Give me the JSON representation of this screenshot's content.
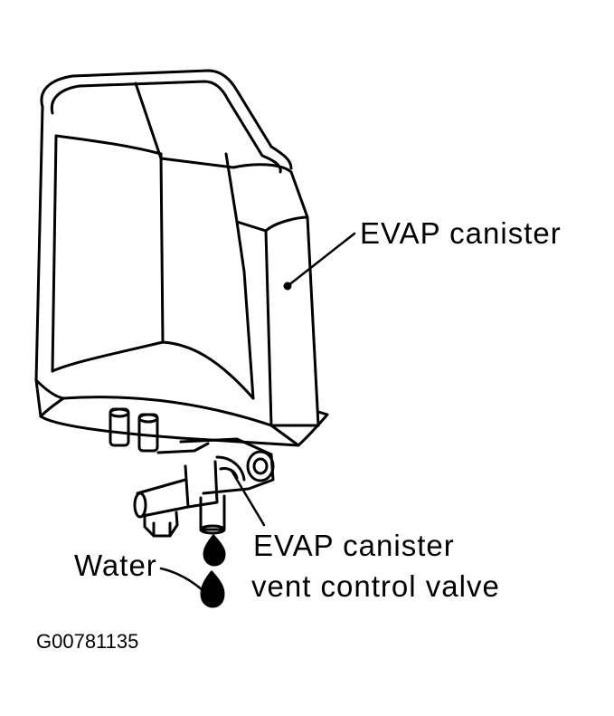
{
  "labels": {
    "canister": "EVAP canister",
    "vent_valve_line1": "EVAP canister",
    "vent_valve_line2": "vent control valve",
    "water": "Water"
  },
  "figure_code": "G00781135",
  "colors": {
    "ink": "#000000",
    "paper": "#ffffff"
  }
}
